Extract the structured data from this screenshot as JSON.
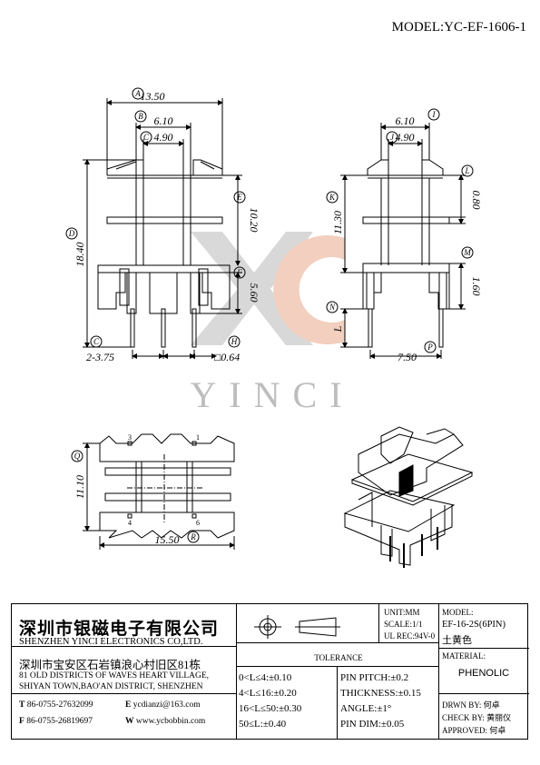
{
  "model": "MODEL:YC-EF-1606-1",
  "watermark": "YINCI",
  "drawing": {
    "labels": {
      "A": "A",
      "B": "B",
      "C": "C",
      "D": "D",
      "E": "E",
      "F": "F",
      "G": "G",
      "H": "H",
      "I": "I",
      "J": "J",
      "K": "K",
      "L": "L",
      "M": "M",
      "N": "N",
      "P": "P",
      "Q": "Q",
      "R": "R"
    },
    "dims": {
      "a": "13.50",
      "b": "6.10",
      "c": "4.90",
      "d": "18.40",
      "e": "10.20",
      "f": "5.60",
      "g": "2-3.75",
      "h": "□0.64",
      "i": "6.10",
      "j": "4.90",
      "k": "11.30",
      "l_dim": "0.80",
      "m": "1.60",
      "n": "L",
      "p": "7.50",
      "q": "11.10",
      "r": "15.50"
    },
    "pins": {
      "p1": "1",
      "p3": "3",
      "p4": "4",
      "p6": "6"
    }
  },
  "title_block": {
    "company_cn": "深圳市银磁电子有限公司",
    "company_en": "SHENZHEN YINCI ELECTRONICS CO,LTD.",
    "address_cn": "深圳市宝安区石岩镇浪心村旧区81栋",
    "address_en1": "81 OLD DISTRICTS OF WAVES HEART VILLAGE,",
    "address_en2": "SHIYAN TOWN,BAO'AN DISTRICT, SHENZHEN",
    "tel_label": "T",
    "tel": "86-0755-27632099",
    "email_label": "E",
    "email": "ycdianzi@163.com",
    "fax_label": "F",
    "fax": "86-0755-26819697",
    "web_label": "W",
    "web": "www.ycbobbin.com",
    "unit": "UNIT:MM",
    "scale": "SCALE:1/1",
    "ul_rec": "UL REC:94V-0",
    "model_label": "MODEL:",
    "model_value": "EF-16-2S(6PIN)",
    "color": "土黄色",
    "material_label": "MATERIAL:",
    "material_value": "PHENOLIC",
    "tolerance_title": "TOLERANCE",
    "tolerances_left": [
      "0<L≤4:±0.10",
      "4<L≤16:±0.20",
      "16<L≤50:±0.30",
      "50≤L:±0.40"
    ],
    "tolerances_right": [
      "PIN PITCH:±0.2",
      "THICKNESS:±0.15",
      "ANGLE:±1°",
      "PIN DIM:±0.05"
    ],
    "drawn_by": "DRWN BY: 何卓",
    "check_by": "CHECK BY: 黄丽仪",
    "approved": "APPROVED: 何卓"
  }
}
